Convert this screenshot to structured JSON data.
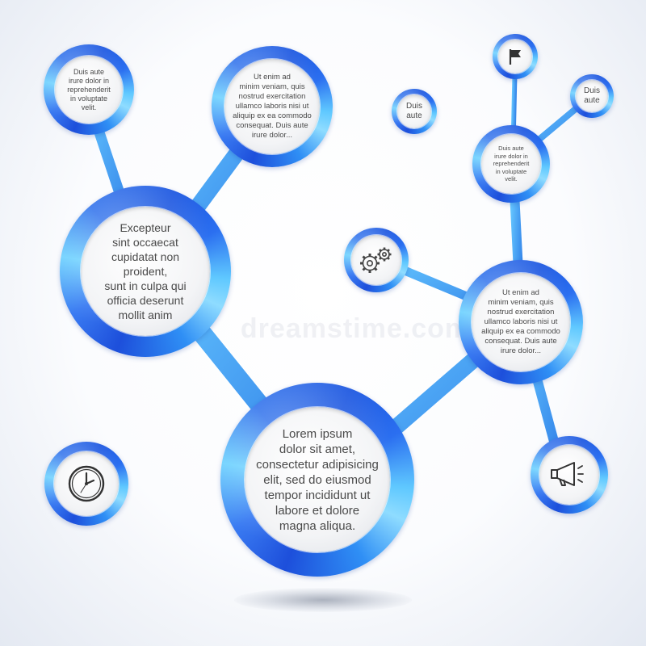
{
  "diagram": {
    "nodes": {
      "main": {
        "text": "Lorem ipsum\ndolor sit amet,\nconsectetur adipisicing\nelit, sed do eiusmod\ntempor incididunt ut\nlabore et dolore\nmagna aliqua."
      },
      "left": {
        "text": "Excepteur\nsint occaecat\ncupidatat non\nproident,\nsunt in culpa qui\nofficia deserunt\nmollit anim"
      },
      "top_left_small": {
        "text": "Duis aute\nirure dolor in\nreprehenderit\nin voluptate\nvelit."
      },
      "top_center": {
        "text": "Ut enim ad\nminim veniam, quis\nnostrud exercitation\nullamco laboris nisi ut\naliquip ex ea commodo\nconsequat. Duis aute\nirure dolor..."
      },
      "top_center_tiny": {
        "text": "Duis\naute"
      },
      "right": {
        "text": "Ut enim ad\nminim veniam, quis\nnostrud exercitation\nullamco laboris nisi ut\naliquip ex ea commodo\nconsequat. Duis aute\nirure dolor..."
      },
      "right_upper": {
        "text": "Duis aute\nirure dolor in\nreprehenderit\nin voluptate\nvelit."
      },
      "right_top_tiny": {
        "text": "Duis\naute"
      }
    },
    "icons": {
      "flag": "flag-icon",
      "gears": "gears-icon",
      "clock": "clock-icon",
      "megaphone": "megaphone-icon"
    }
  },
  "watermark": "dreamstime.com",
  "colors": {
    "ring_dark": "#1a55e0",
    "ring_light": "#69d0ff",
    "connector": "#3f8ff0",
    "text": "#4a4a4a"
  }
}
